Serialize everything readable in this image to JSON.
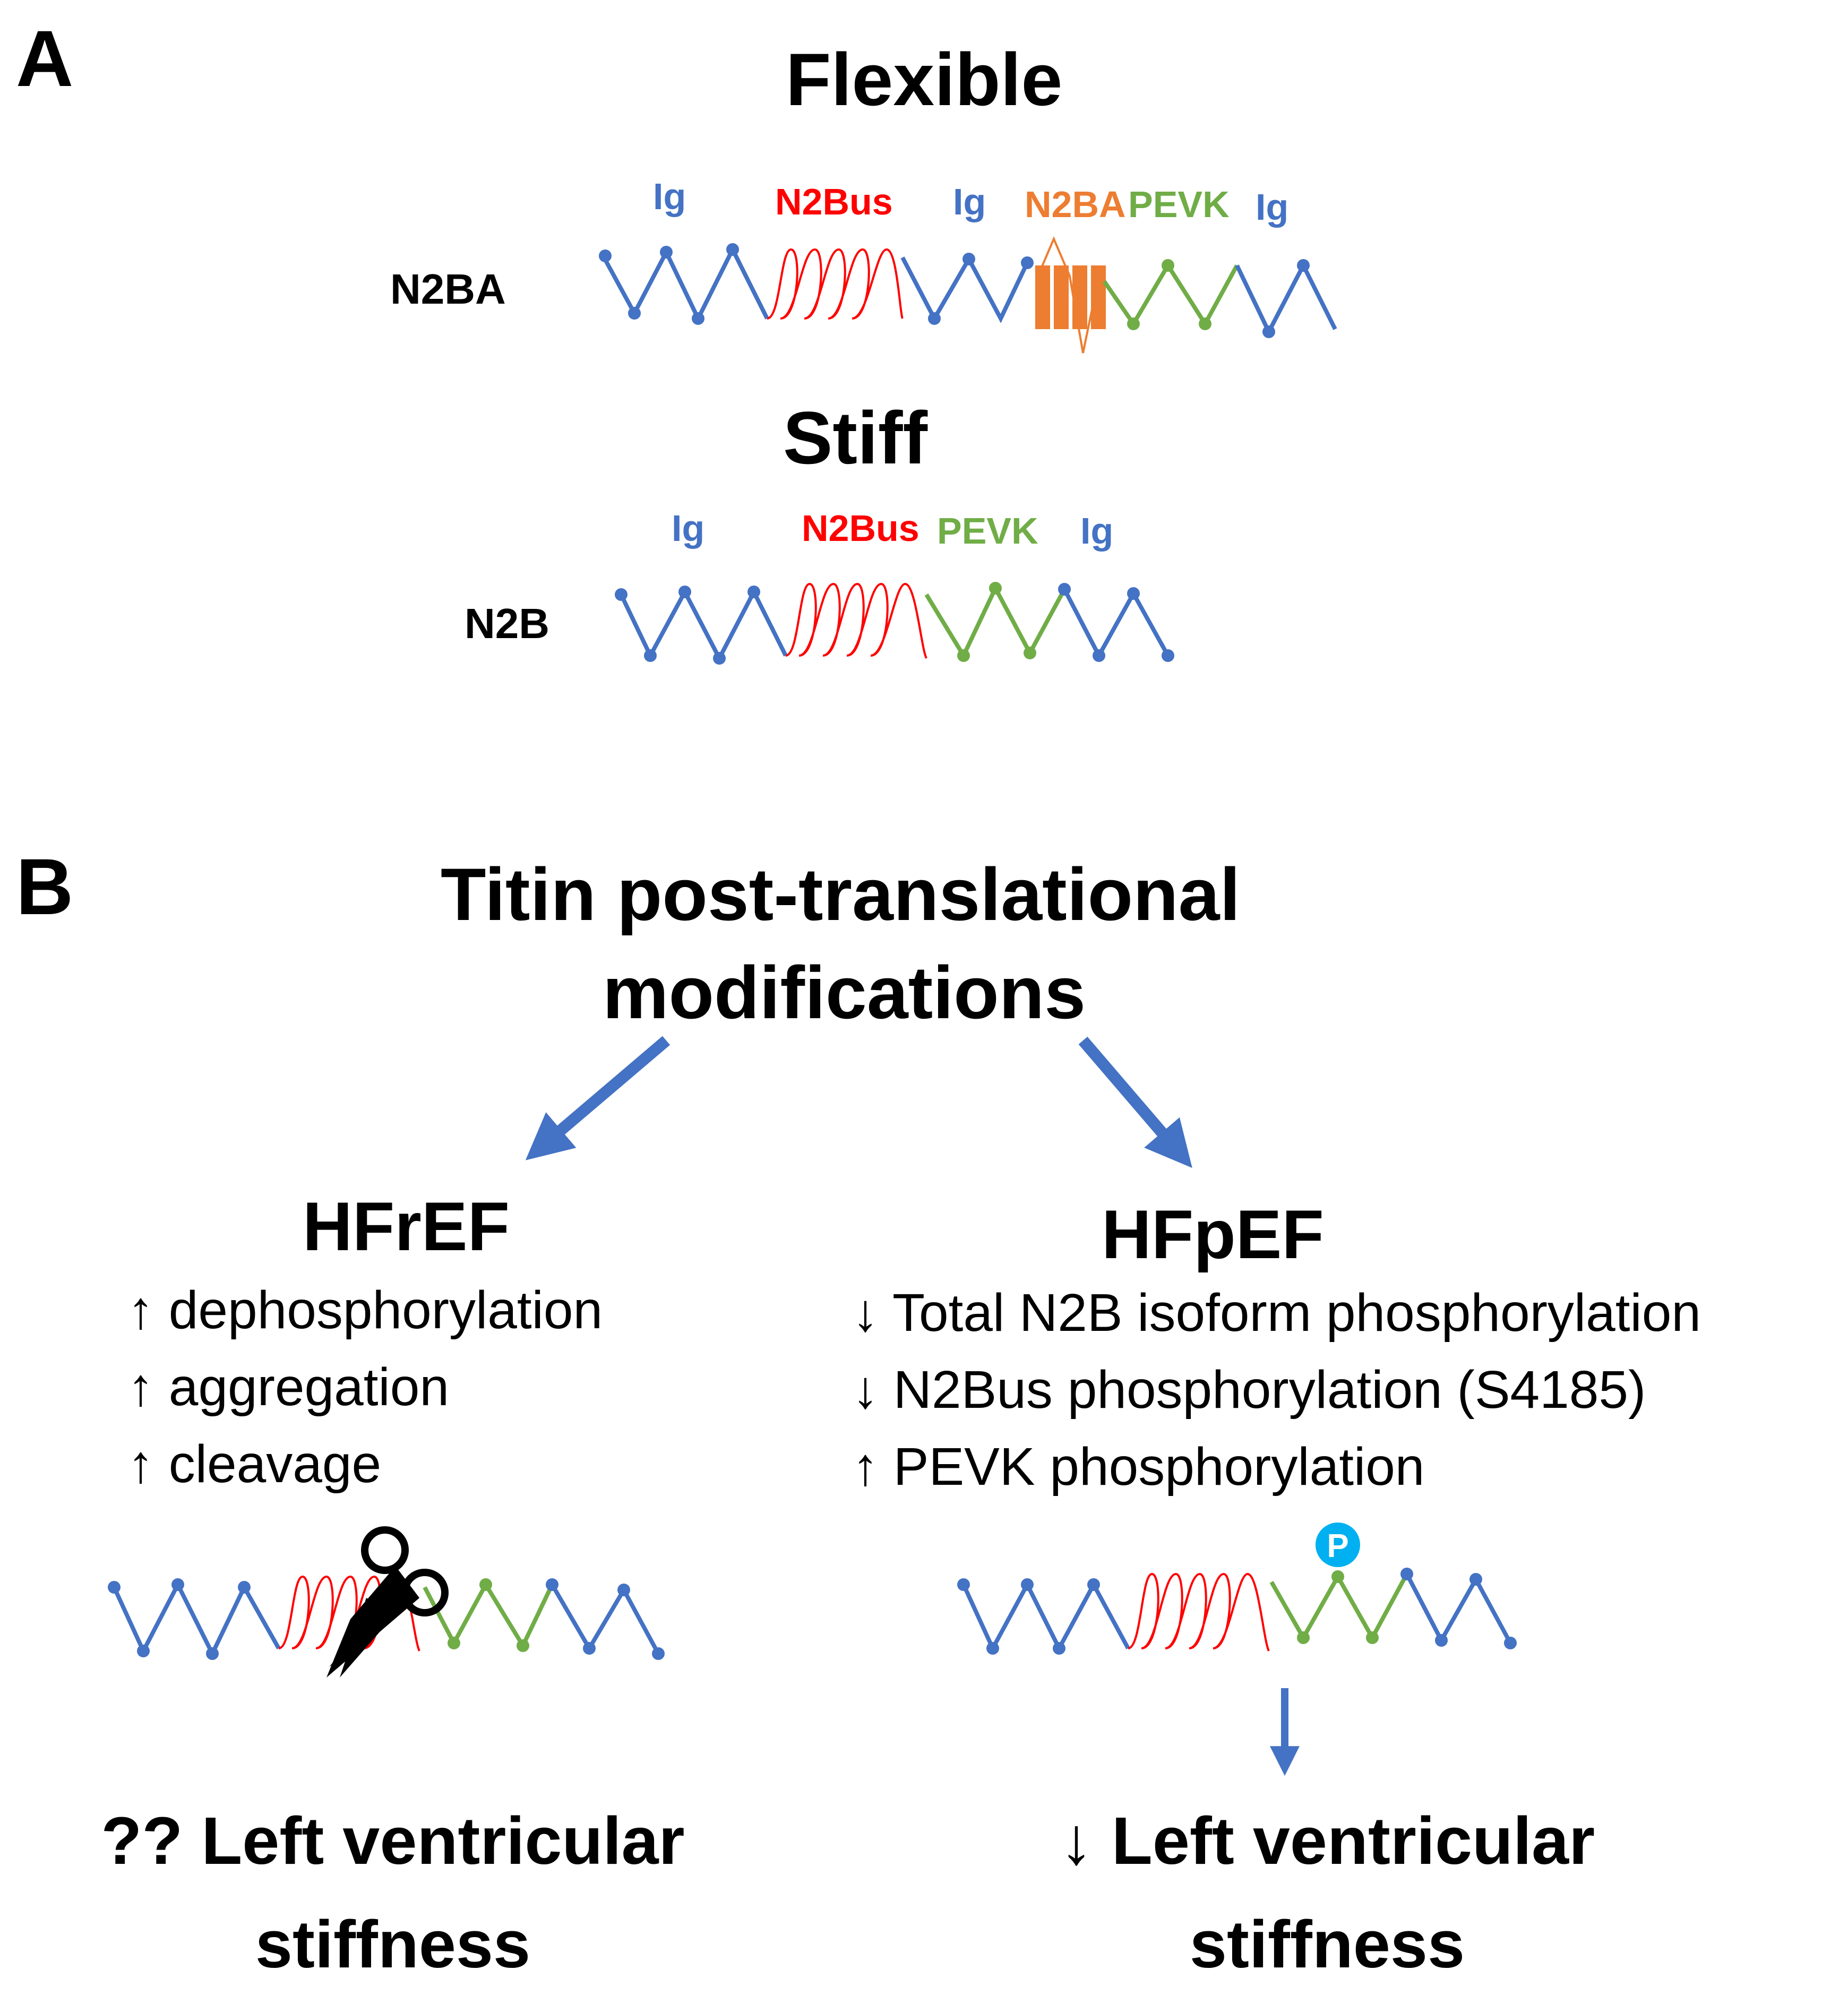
{
  "panel_a": {
    "letter": "A",
    "flexible_title": "Flexible",
    "stiff_title": "Stiff",
    "n2ba": {
      "name": "N2BA",
      "labels": {
        "ig1": "Ig",
        "n2bus": "N2Bus",
        "ig2": "Ig",
        "n2ba": "N2BA",
        "pevk": "PEVK",
        "ig3": "Ig"
      }
    },
    "n2b": {
      "name": "N2B",
      "labels": {
        "ig1": "Ig",
        "n2bus": "N2Bus",
        "pevk": "PEVK",
        "ig2": "Ig"
      }
    }
  },
  "panel_b": {
    "letter": "B",
    "title_line1": "Titin post-translational",
    "title_line2": "modifications",
    "hfref": {
      "title": "HFrEF",
      "changes": [
        "↑ dephosphorylation",
        "↑ aggregation",
        "↑ cleavage"
      ],
      "outcome_line1": "?? Left ventricular",
      "outcome_line2": "stiffness",
      "icon": "scissors-icon"
    },
    "hfpef": {
      "title": "HFpEF",
      "changes": [
        "↓ Total N2B isoform phosphorylation",
        "↓ N2Bus phosphorylation (S4185)",
        "↑ PEVK phosphorylation"
      ],
      "phospho_marker": "P",
      "outcome_line1": "↓ Left ventricular",
      "outcome_line2": "stiffness"
    }
  },
  "colors": {
    "ig": "#4472C4",
    "n2bus": "#FF0000",
    "pevk": "#70AD47",
    "n2ba": "#ED7D31",
    "arrow": "#4472C4",
    "phospho": "#00B0F0"
  }
}
